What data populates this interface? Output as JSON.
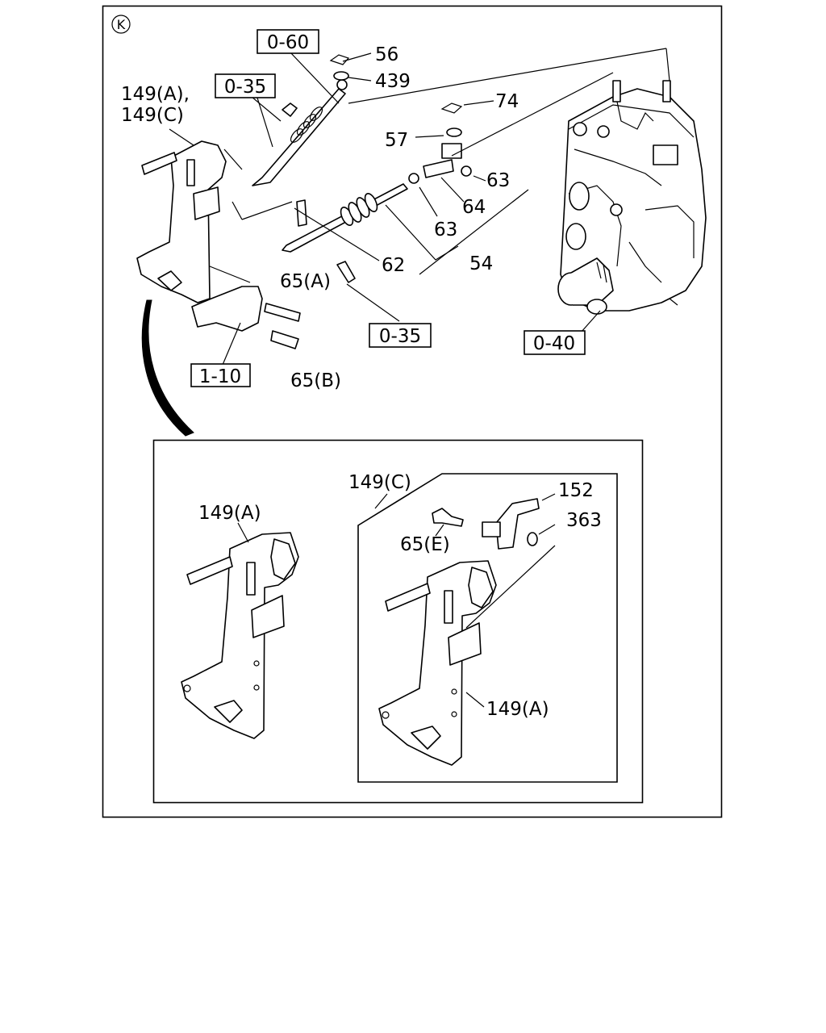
{
  "view_marker": "K",
  "refs": {
    "r060": "0-60",
    "r035a": "0-35",
    "r035b": "0-35",
    "r040": "0-40",
    "r110": "1-10"
  },
  "labels": {
    "l56": "56",
    "l439": "439",
    "l149ac_1": "149(A),",
    "l149ac_2": "149(C)",
    "l74": "74",
    "l57": "57",
    "l63a": "63",
    "l64": "64",
    "l63b": "63",
    "l54": "54",
    "l62": "62",
    "l65a": "65(A)",
    "l65b": "65(B)",
    "in_149a": "149(A)",
    "in_149c": "149(C)",
    "in_152": "152",
    "in_363": "363",
    "in_65e": "65(E)",
    "in_149a_2": "149(A)"
  }
}
